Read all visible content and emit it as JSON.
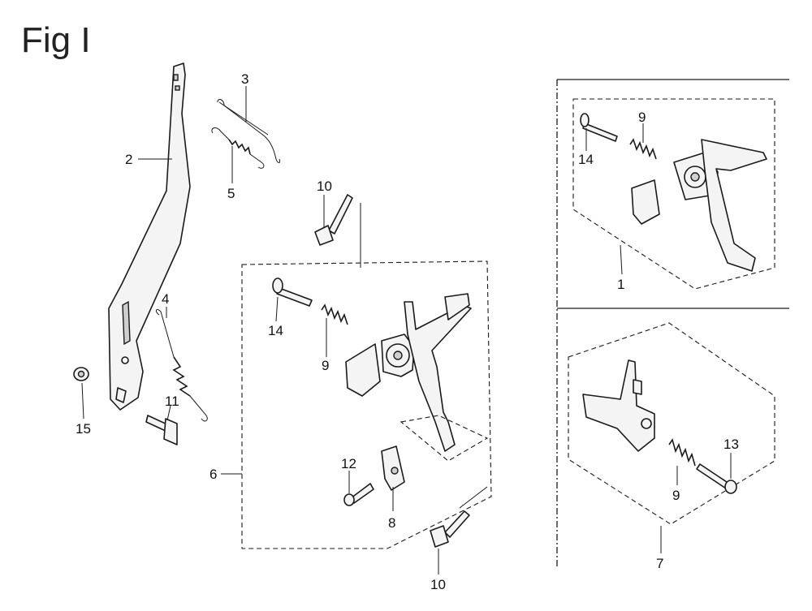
{
  "figure": {
    "title": "Fig I"
  },
  "callouts": {
    "c1": "1",
    "c2": "2",
    "c3": "3",
    "c4": "4",
    "c5": "5",
    "c6": "6",
    "c7": "7",
    "c8": "8",
    "c9a": "9",
    "c9b": "9",
    "c9c": "9",
    "c10a": "10",
    "c10b": "10",
    "c11": "11",
    "c12": "12",
    "c13": "13",
    "c14a": "14",
    "c14b": "14",
    "c15": "15"
  }
}
